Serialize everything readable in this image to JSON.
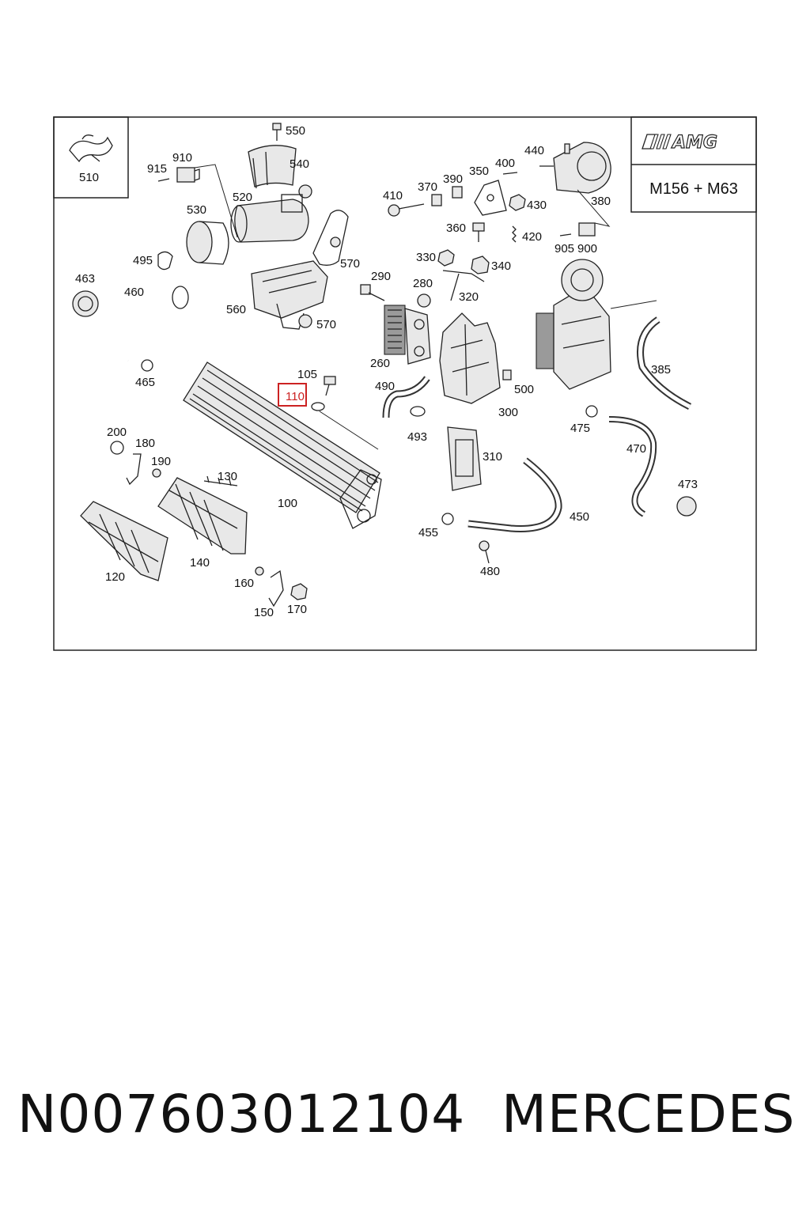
{
  "diagram": {
    "engine_label": "M156 + M63",
    "logo_text": "AMG",
    "highlighted_part": "110",
    "part_labels": [
      "550",
      "540",
      "910",
      "915",
      "520",
      "530",
      "510",
      "570",
      "560",
      "570",
      "495",
      "463",
      "460",
      "465",
      "410",
      "370",
      "390",
      "350",
      "400",
      "440",
      "430",
      "380",
      "360",
      "420",
      "905",
      "900",
      "330",
      "340",
      "290",
      "280",
      "320",
      "260",
      "490",
      "493",
      "500",
      "300",
      "310",
      "450",
      "455",
      "480",
      "385",
      "475",
      "470",
      "473",
      "105",
      "110",
      "200",
      "180",
      "190",
      "130",
      "100",
      "120",
      "140",
      "160",
      "150",
      "170"
    ]
  },
  "footer": {
    "part_number": "N007603012104",
    "brand": "MERCEDES"
  }
}
